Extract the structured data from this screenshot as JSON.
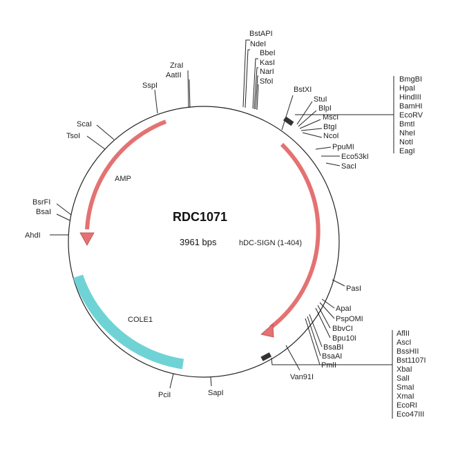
{
  "plasmid": {
    "name": "RDC1071",
    "size": "3961 bps"
  },
  "features": {
    "amp": "AMP",
    "insert": "hDC-SIGN (1-404)",
    "ori": "COLE1"
  },
  "colors": {
    "arrow": "#e47272",
    "ori": "#6fd3d6",
    "backbone": "#222222"
  },
  "sites": {
    "bstapi": "BstAPI",
    "ndei": "NdeI",
    "bbei": "BbeI",
    "kasi": "KasI",
    "nari": "NarI",
    "sfoi": "SfoI",
    "zrai": "ZraI",
    "aatii": "AatII",
    "sspi": "SspI",
    "bstxi": "BstXI",
    "stui": "StuI",
    "blpi": "BlpI",
    "msci": "MscI",
    "btgi": "BtgI",
    "ncoi": "NcoI",
    "ppumi": "PpuMI",
    "eco53ki": "Eco53kI",
    "saci": "SacI",
    "scai": "ScaI",
    "tsoi": "TsoI",
    "bsrfi": "BsrFI",
    "bsai": "BsaI",
    "ahdi": "AhdI",
    "pasi": "PasI",
    "apai": "ApaI",
    "psppomi": "PspOMI",
    "bbvci": "BbvCI",
    "bpu10i": "Bpu10I",
    "bsabi": "BsaBI",
    "bsaai": "BsaAI",
    "pmli": "PmlI",
    "van91i": "Van91I",
    "pcii": "PciI",
    "sapi": "SapI",
    "mcs1": [
      "BmgBI",
      "HpaI",
      "HindIII",
      "BamHI",
      "EcoRV",
      "BmtI",
      "NheI",
      "NotI",
      "EagI"
    ],
    "mcs2": [
      "AflII",
      "AscI",
      "BssHII",
      "Bst1107I",
      "XbaI",
      "SalI",
      "SmaI",
      "XmaI",
      "EcoRI",
      "Eco47III"
    ]
  }
}
